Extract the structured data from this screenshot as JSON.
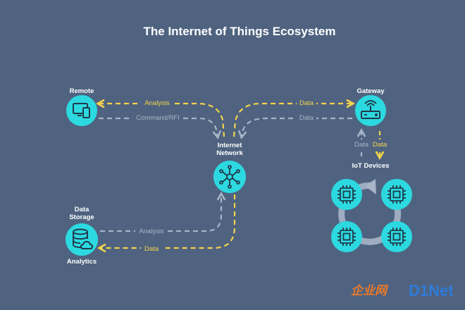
{
  "title": "The Internet of Things Ecosystem",
  "nodes": {
    "remote": "Remote",
    "gateway": "Gateway",
    "internet_network": [
      "Internet",
      "Network"
    ],
    "data_storage": [
      "Data",
      "Storage"
    ],
    "analytics": "Analytics",
    "iot_devices": "IoT Devices"
  },
  "edges": {
    "remote_analysis": "Analysis",
    "remote_command": "Command/RFI",
    "gateway_data_top": "Data",
    "gateway_data_bottom": "Data",
    "iot_data_up": "Data",
    "iot_data_down": "Data",
    "storage_analysis": "Analysis",
    "storage_data": "Data"
  },
  "colors": {
    "background": "#4f6380",
    "node_fill": "#2dd9e0",
    "yellow_arrow": "#f3d34a",
    "gray_arrow": "#a6b4c6",
    "icon_dark": "#1f3a4a"
  },
  "icons": {
    "remote": "devices-icon",
    "gateway": "router-icon",
    "internet_network": "network-hub-icon",
    "data_storage": "database-cloud-icon",
    "iot_devices": "chip-icon"
  },
  "watermark": {
    "cn": "企业网",
    "en": "D1Net"
  }
}
